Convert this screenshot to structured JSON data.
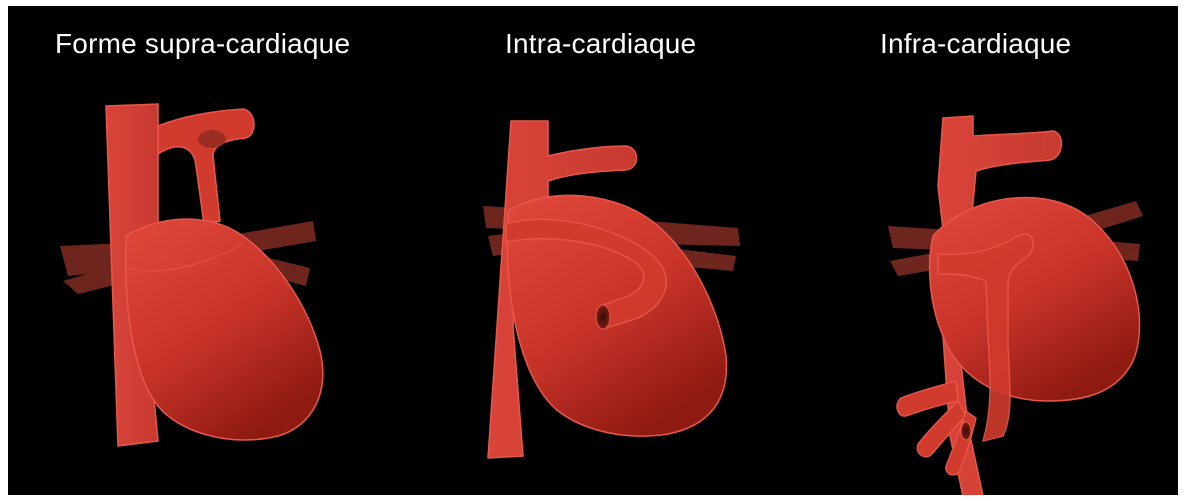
{
  "panels": [
    {
      "title": "Forme supra-cardiaque"
    },
    {
      "title": "Intra-cardiaque"
    },
    {
      "title": "Infra-cardiaque"
    }
  ],
  "colors": {
    "background": "#000000",
    "heart": "#d13b2e",
    "heart_dark": "#8f1a12",
    "outline": "#e8584a",
    "pulmonary_veins": "#7a2a22"
  }
}
